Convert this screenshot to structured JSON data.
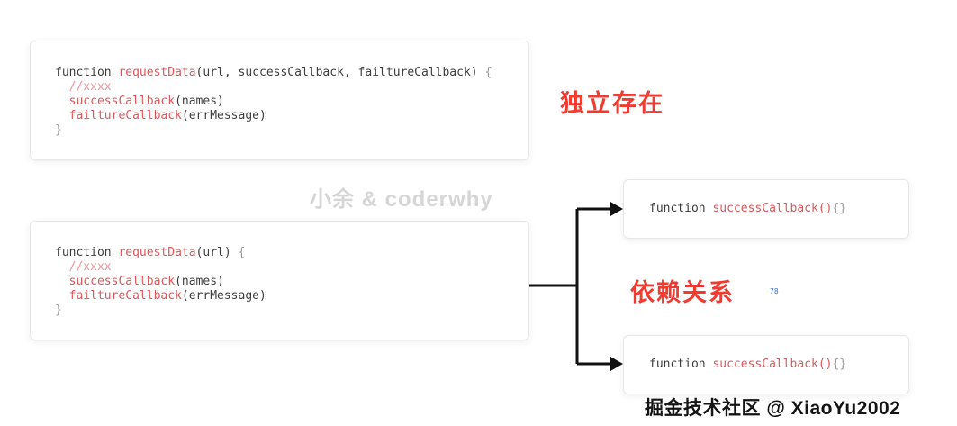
{
  "labels": {
    "independent": "独立存在",
    "dependency": "依赖关系"
  },
  "watermarks": {
    "center": "小余 & coderwhy",
    "bottom": "掘金技术社区 @ XiaoYu2002"
  },
  "artifact_text": "78",
  "colors": {
    "accent_red": "#f13a30",
    "code_plain": "#3e3e3e",
    "code_fn": "#e0575b",
    "code_comment": "#ea9399",
    "code_brace": "#9a9a9a",
    "watermark_gray": "#d6d6d6",
    "arrow_black": "#111111"
  },
  "code_boxes": {
    "request_full": {
      "lines": [
        [
          {
            "t": "function ",
            "c": "plain"
          },
          {
            "t": "requestData",
            "c": "fn"
          },
          {
            "t": "(url, successCallback, failtureCallback) ",
            "c": "plain"
          },
          {
            "t": "{",
            "c": "brace"
          }
        ],
        [
          {
            "t": "  ",
            "c": "plain"
          },
          {
            "t": "//xxxx",
            "c": "comment"
          }
        ],
        [
          {
            "t": "  ",
            "c": "plain"
          },
          {
            "t": "successCallback",
            "c": "fn"
          },
          {
            "t": "(names)",
            "c": "plain"
          }
        ],
        [
          {
            "t": "  ",
            "c": "plain"
          },
          {
            "t": "failtureCallback",
            "c": "fn"
          },
          {
            "t": "(errMessage)",
            "c": "plain"
          }
        ],
        [
          {
            "t": "}",
            "c": "brace"
          }
        ]
      ]
    },
    "request_short": {
      "lines": [
        [
          {
            "t": "function ",
            "c": "plain"
          },
          {
            "t": "requestData",
            "c": "fn"
          },
          {
            "t": "(url) ",
            "c": "plain"
          },
          {
            "t": "{",
            "c": "brace"
          }
        ],
        [
          {
            "t": "  ",
            "c": "plain"
          },
          {
            "t": "//xxxx",
            "c": "comment"
          }
        ],
        [
          {
            "t": "  ",
            "c": "plain"
          },
          {
            "t": "successCallback",
            "c": "fn"
          },
          {
            "t": "(names)",
            "c": "plain"
          }
        ],
        [
          {
            "t": "  ",
            "c": "plain"
          },
          {
            "t": "failtureCallback",
            "c": "fn"
          },
          {
            "t": "(errMessage)",
            "c": "plain"
          }
        ],
        [
          {
            "t": "}",
            "c": "brace"
          }
        ]
      ]
    },
    "callback_top": {
      "lines": [
        [
          {
            "t": "function ",
            "c": "plain"
          },
          {
            "t": "successCallback",
            "c": "fn"
          },
          {
            "t": "()",
            "c": "fn"
          },
          {
            "t": "{}",
            "c": "brace"
          }
        ]
      ]
    },
    "callback_bottom": {
      "lines": [
        [
          {
            "t": "function ",
            "c": "plain"
          },
          {
            "t": "successCallback",
            "c": "fn"
          },
          {
            "t": "()",
            "c": "fn"
          },
          {
            "t": "{}",
            "c": "brace"
          }
        ]
      ]
    }
  }
}
